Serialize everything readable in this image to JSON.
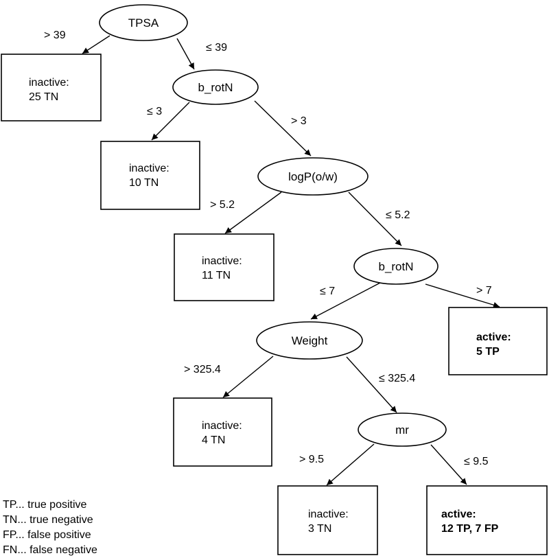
{
  "nodes": {
    "tpsa": "TPSA",
    "brotn1": "b_rotN",
    "logp": "logP(o/w)",
    "brotn2": "b_rotN",
    "weight": "Weight",
    "mr": "mr"
  },
  "edges": {
    "tpsa_gt": "> 39",
    "tpsa_le": "≤ 39",
    "brotn1_le": "≤ 3",
    "brotn1_gt": "> 3",
    "logp_gt": "> 5.2",
    "logp_le": "≤ 5.2",
    "brotn2_le": "≤ 7",
    "brotn2_gt": "> 7",
    "weight_gt": "> 325.4",
    "weight_le": "≤ 325.4",
    "mr_gt": "> 9.5",
    "mr_le": "≤ 9.5"
  },
  "leaves": {
    "leaf1": {
      "line1": "inactive:",
      "line2": "25 TN"
    },
    "leaf2": {
      "line1": "inactive:",
      "line2": "10 TN"
    },
    "leaf3": {
      "line1": "inactive:",
      "line2": "11 TN"
    },
    "leaf4": {
      "line1": "active:",
      "line2": "5 TP"
    },
    "leaf5": {
      "line1": "inactive:",
      "line2": "4 TN"
    },
    "leaf6": {
      "line1": "inactive:",
      "line2": "3 TN"
    },
    "leaf7": {
      "line1": "active:",
      "line2": "12 TP, 7 FP"
    }
  },
  "legend": [
    "TP... true positive",
    "TN... true negative",
    "FP... false positive",
    "FN... false negative"
  ]
}
